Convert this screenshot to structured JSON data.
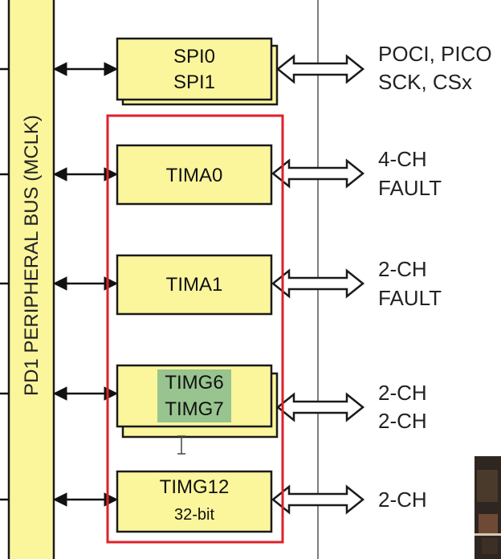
{
  "bus": {
    "label": "PD1 PERIPHERAL BUS (MCLK)"
  },
  "blocks": {
    "spi": {
      "line1": "SPI0",
      "line2": "SPI1",
      "signals1": "POCI, PICO",
      "signals2": "SCK, CSx"
    },
    "tima0": {
      "label": "TIMA0",
      "signals1": "4-CH",
      "signals2": "FAULT"
    },
    "tima1": {
      "label": "TIMA1",
      "signals1": "2-CH",
      "signals2": "FAULT"
    },
    "timg67": {
      "line1": "TIMG6",
      "line2": "TIMG7",
      "signals1": "2-CH",
      "signals2": "2-CH"
    },
    "timg12": {
      "line1": "TIMG12",
      "line2": "32-bit",
      "signals1": "2-CH"
    }
  },
  "colors": {
    "block_fill": "#fbf59c",
    "highlight_fill": "#98c48f",
    "selection_border": "#e0202a",
    "line": "#111111"
  }
}
